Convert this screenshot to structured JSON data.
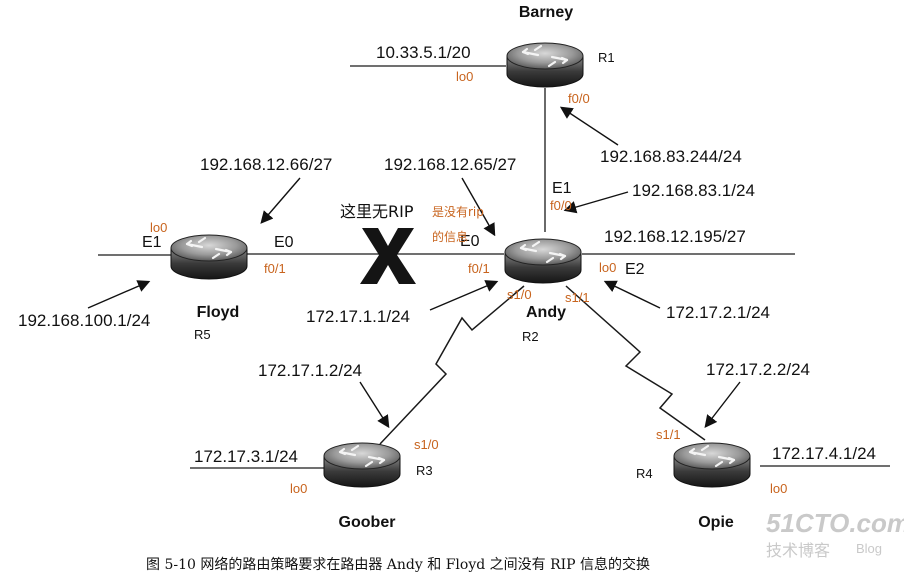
{
  "colors": {
    "line": "#1a1a1a",
    "orange": "#c8641e",
    "text": "#111111",
    "watermark": "#c9c9c9",
    "x_mark": "#141414"
  },
  "routers": [
    {
      "key": "barney",
      "name": "Barney",
      "id": "R1"
    },
    {
      "key": "andy",
      "name": "Andy",
      "id": "R2"
    },
    {
      "key": "goober",
      "name": "Goober",
      "id": "R3"
    },
    {
      "key": "opie",
      "name": "Opie",
      "id": "R4"
    },
    {
      "key": "floyd",
      "name": "Floyd",
      "id": "R5"
    }
  ],
  "addresses": {
    "barney_lo": "10.33.5.1/20",
    "barney_f": "192.168.83.244/24",
    "andy_e1": "192.168.83.1/24",
    "andy_e0": "192.168.12.65/27",
    "andy_e2": "192.168.12.195/27",
    "andy_s10": "172.17.1.1/24",
    "andy_s11": "172.17.2.1/24",
    "floyd_e0": "192.168.12.66/27",
    "floyd_e1": "192.168.100.1/24",
    "goober_s": "172.17.1.2/24",
    "goober_lo": "172.17.3.1/24",
    "opie_s": "172.17.2.2/24",
    "opie_lo": "172.17.4.1/24"
  },
  "interfaces": {
    "barney_lo0": "lo0",
    "barney_f00": "f0/0",
    "andy_e1": "E1",
    "andy_f00": "f0/0",
    "andy_e0": "E0",
    "andy_f01": "f0/1",
    "andy_lo0": "lo0",
    "andy_e2": "E2",
    "andy_s10": "s1/0",
    "andy_s11": "s1/1",
    "floyd_lo0": "lo0",
    "floyd_e1": "E1",
    "floyd_e0": "E0",
    "floyd_f01": "f0/1",
    "goober_s10": "s1/0",
    "goober_lo0": "lo0",
    "opie_s11": "s1/1",
    "opie_lo0": "lo0"
  },
  "annotations": {
    "no_rip": "这里无RIP",
    "note_line1": "是没有rip",
    "note_line2": "的信息"
  },
  "caption": "图 5-10   网络的路由策略要求在路由器 Andy 和 Floyd 之间没有 RIP 信息的交换",
  "watermark": {
    "brand": "51CTO.com",
    "sub": "技术博客",
    "blog": "Blog"
  }
}
